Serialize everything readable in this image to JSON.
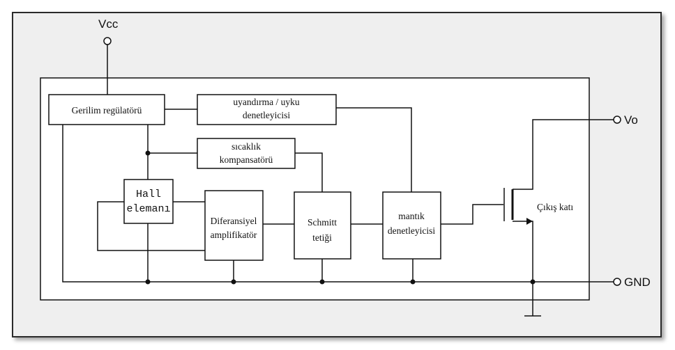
{
  "terminals": {
    "vcc": "Vcc",
    "vo": "Vo",
    "gnd": "GND"
  },
  "blocks": {
    "regulator": "Gerilim regülatörü",
    "wake_line1": "uyandırma / uyku",
    "wake_line2": "denetleyicisi",
    "temp_line1": "sıcaklık",
    "temp_line2": "kompansatörü",
    "hall_line1": "Hall",
    "hall_line2": "elemanı",
    "diff_line1": "Diferansiyel",
    "diff_line2": "amplifikatör",
    "schmitt_line1": "Schmitt",
    "schmitt_line2": "tetiği",
    "logic_line1": "mantık",
    "logic_line2": "denetleyicisi",
    "output": "Çıkış katı"
  },
  "colors": {
    "line": "#111111",
    "frame_border": "#2a2a2a",
    "frame_fill": "#efefef",
    "inner_fill": "#ffffff"
  }
}
